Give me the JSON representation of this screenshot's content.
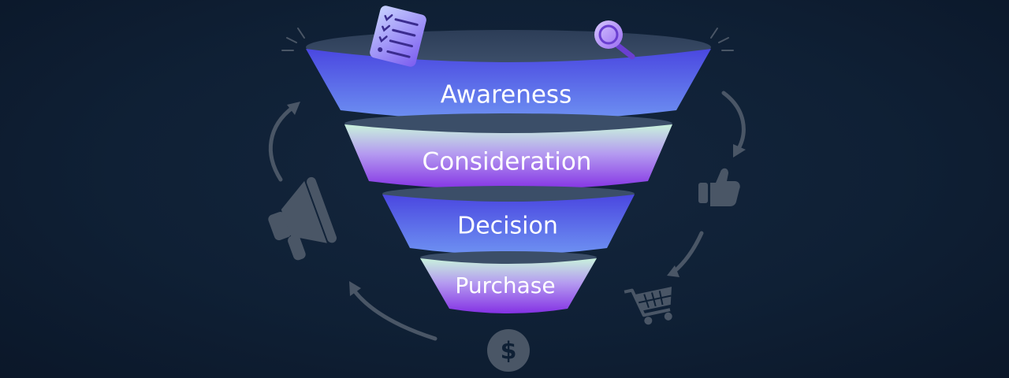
{
  "funnel": {
    "stages": [
      {
        "label": "Awareness",
        "style": "blue"
      },
      {
        "label": "Consideration",
        "style": "mint-purple"
      },
      {
        "label": "Decision",
        "style": "blue"
      },
      {
        "label": "Purchase",
        "style": "mint-purple"
      }
    ]
  },
  "icons": {
    "top_left": "checklist-icon",
    "top_right": "magnifier-icon",
    "left": "megaphone-icon",
    "right_upper": "thumbs-up-icon",
    "right_lower": "shopping-cart-icon",
    "bottom": "dollar-coin-icon",
    "dollar_glyph": "$"
  },
  "colors": {
    "blue_top": "#4a47e0",
    "blue_bottom": "#6a8cf0",
    "mint": "#c9f2dc",
    "purple": "#8a35e6",
    "muted_icon": "#4a5666",
    "background": "#0f2035"
  }
}
